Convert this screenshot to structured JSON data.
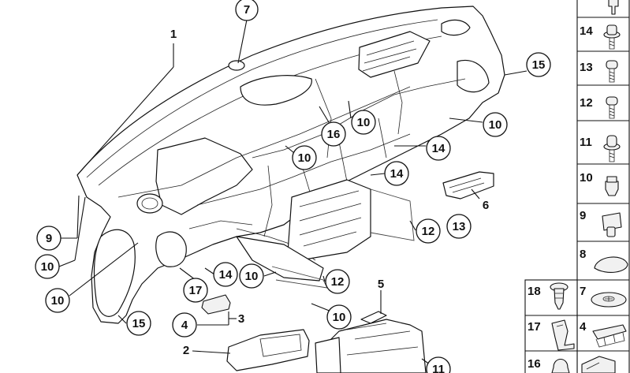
{
  "diagram": {
    "callouts": {
      "c7_top": "7",
      "c1": "1",
      "c15_right": "15",
      "c10_a": "10",
      "c16": "16",
      "c10_b": "10",
      "c10_c": "10",
      "c14_a": "14",
      "c14_b": "14",
      "c12_a": "12",
      "c13": "13",
      "c6": "6",
      "c9": "9",
      "c10_d": "10",
      "c10_e": "10",
      "c17": "17",
      "c14_c": "14",
      "c10_f": "10",
      "c12_b": "12",
      "c5": "5",
      "c15_left": "15",
      "c4": "4",
      "c3": "3",
      "c10_g": "10",
      "c2": "2",
      "c11": "11"
    },
    "legend_panel": {
      "right_column": [
        {
          "label": "14",
          "icon": "screw-with-washer"
        },
        {
          "label": "13",
          "icon": "screw"
        },
        {
          "label": "12",
          "icon": "screw"
        },
        {
          "label": "11",
          "icon": "screw-with-washer"
        },
        {
          "label": "10",
          "icon": "expanding-nut"
        },
        {
          "label": "9",
          "icon": "clip-nut"
        },
        {
          "label": "8",
          "icon": "cover-cap"
        },
        {
          "label": "7",
          "icon": "grommet"
        },
        {
          "label": "4",
          "icon": "spring-clip"
        }
      ],
      "left_column": [
        {
          "label": "18",
          "icon": "push-rivet"
        },
        {
          "label": "17",
          "icon": "bracket-clip"
        },
        {
          "label": "16",
          "icon": "plug"
        }
      ]
    }
  }
}
